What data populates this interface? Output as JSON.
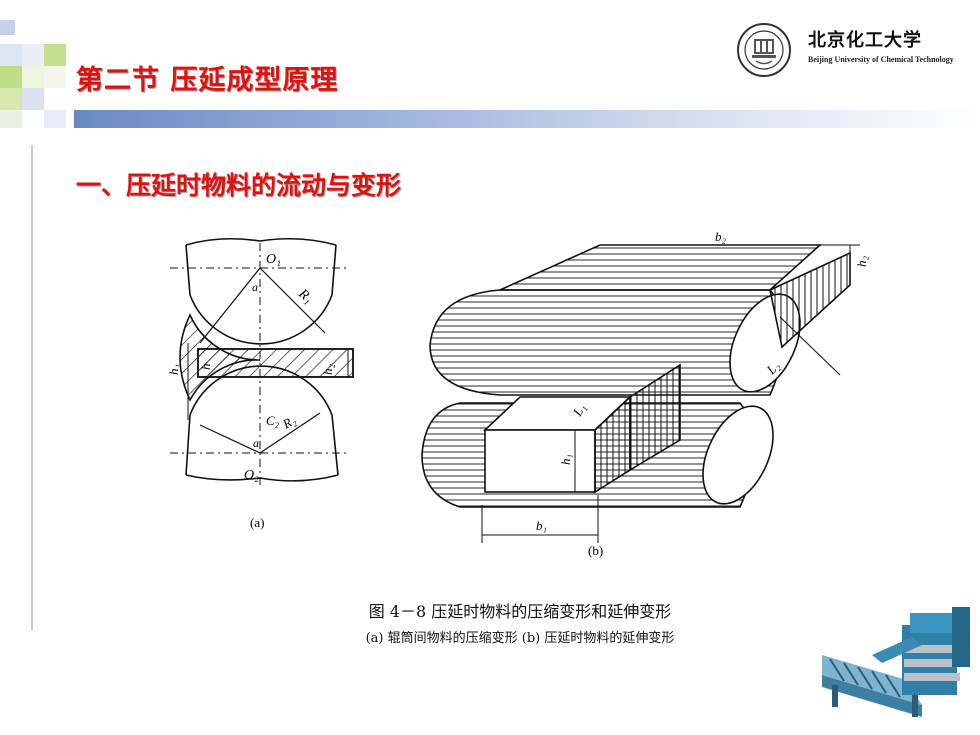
{
  "slide": {
    "title": "第二节  压延成型原理",
    "heading": "一、压延时物料的流动与变形"
  },
  "logo": {
    "name_cn": "北京化工大学",
    "name_en": "Beijing University of Chemical Technology"
  },
  "figure": {
    "labels": {
      "o1": "O₁",
      "o2": "O₂",
      "alpha_top": "a",
      "alpha_bottom": "a",
      "r1": "R₁",
      "r2": "R₂",
      "c2": "C₂",
      "h1_a": "h₁",
      "h2_a": "h₂",
      "h_mid": "h",
      "sub_a": "(a)",
      "b2": "b₂",
      "h2_b": "h₂",
      "l2": "L₂",
      "l1": "L₁",
      "h1_b": "h₁",
      "b1": "b₁",
      "sub_b": "(b)"
    },
    "caption": "图 4－8   压延时物料的压缩变形和延伸变形",
    "subcaption": "(a) 辊筒间物料的压缩变形     (b) 压延时物料的延伸变形"
  },
  "colors": {
    "title_red": "#e0120f",
    "bar_blue": "#6a89c4"
  }
}
